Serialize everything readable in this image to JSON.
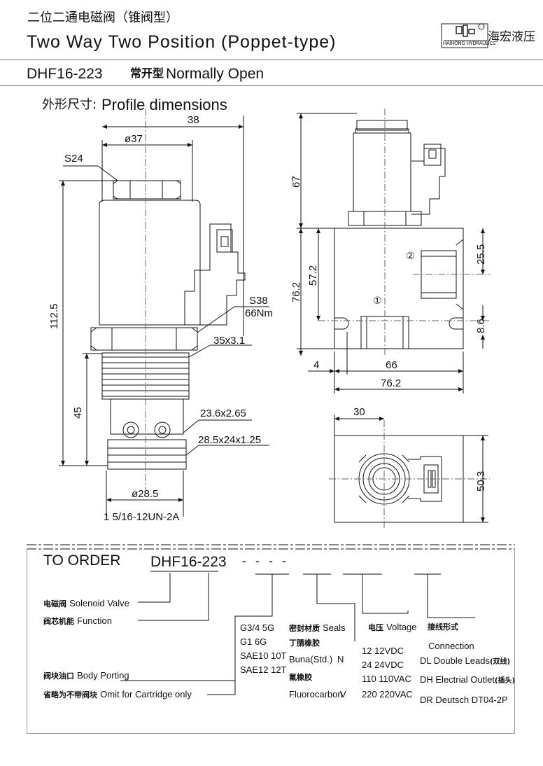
{
  "header": {
    "title_cn": "二位二通电磁阀（锥阀型）",
    "title_en": "Two Way Two Position (Poppet-type)",
    "logo_text_en": "HAIHONG HYDRAULICS",
    "logo_text_cn": "海宏液压",
    "model": "DHF16-223",
    "type_cn": "常开型",
    "type_en": "Normally Open"
  },
  "profile": {
    "label_cn": "外形尺寸:",
    "label_en": "Profile dimensions"
  },
  "side_view": {
    "dim_38": "38",
    "dim_d37": "ø37",
    "dim_s24": "S24",
    "dim_112_5": "112.5",
    "dim_s38": "S38",
    "dim_66nm": "66Nm",
    "dim_35x3_1": "35x3.1",
    "dim_45": "45",
    "dim_23_6x2_65": "23.6x2.65",
    "dim_28_5x24x1_25": "28.5x24x1.25",
    "dim_d28_5": "ø28.5",
    "thread": "1 5/16-12UN-2A"
  },
  "front_view": {
    "dim_67": "67",
    "dim_76_2v": "76.2",
    "dim_57_2": "57.2",
    "dim_25_5": "25.5",
    "dim_8_6": "8.6",
    "dim_4": "4",
    "dim_66": "66",
    "dim_76_2h": "76.2",
    "port_1": "①",
    "port_2": "②"
  },
  "top_view": {
    "dim_30": "30",
    "dim_50_3": "50.3"
  },
  "order": {
    "title": "TO ORDER",
    "model": "DHF16-223",
    "seg_sep": "-   -  -         -",
    "solenoid_cn": "电磁阀",
    "solenoid_en": "Solenoid Valve",
    "function_cn": "阀芯机能",
    "function_en": "Function",
    "porting_cn": "阀块油口",
    "porting_en": "Body Porting",
    "omit_cn": "省略为不带阀块",
    "omit_en": "Omit for Cartridge only",
    "ports": [
      "G3/4  5G",
      "G1    6G",
      "SAE10 10T",
      "SAE12 12T"
    ],
    "seals_cn": "密封材质",
    "seals_en": "Seals",
    "buna_cn": "丁腈橡胶",
    "buna_en": "Buna(Std.)",
    "buna_code": "N",
    "fluoro_cn": "氟橡胶",
    "fluoro_en": "Fluorocarbon",
    "fluoro_code": "V",
    "voltage_cn": "电压",
    "voltage_en": "Voltage",
    "voltages": [
      "12   12VDC",
      "24   24VDC",
      "110  110VAC",
      "220  220VAC"
    ],
    "connection_cn": "接线形式",
    "connection_en": "Connection",
    "conn_dl": "DL  Double Leads",
    "conn_dl_cn": "(双线)",
    "conn_dh": "DH  Electrial Outlet",
    "conn_dh_cn": "(插头)",
    "conn_dr": "DR  Deutsch DT04-2P"
  }
}
